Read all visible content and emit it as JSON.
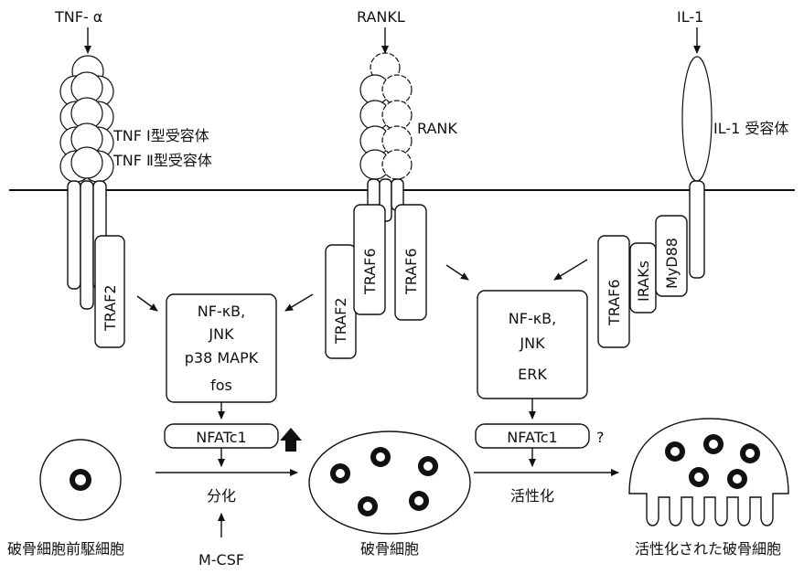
{
  "ligands": {
    "tnf_alpha": "TNF- α",
    "rankl": "RANKL",
    "il1": "IL-1"
  },
  "receptors": {
    "tnf_type1": "TNF Ⅰ型受容体",
    "tnf_type2": "TNF Ⅱ型受容体",
    "rank": "RANK",
    "il1_receptor": "IL-1 受容体"
  },
  "adaptors": {
    "traf2_left": "TRAF2",
    "traf2_mid": "TRAF2",
    "traf6_a": "TRAF6",
    "traf6_b": "TRAF6",
    "traf6_right": "TRAF6",
    "iraks": "IRAKs",
    "myd88": "MyD88"
  },
  "signaling_left": [
    "NF-κB,",
    "JNK",
    "p38 MAPK",
    "fos"
  ],
  "signaling_right": [
    "NF-κB,",
    "JNK",
    "ERK"
  ],
  "nfatc1_left": "NFATc1",
  "nfatc1_right": "NFATc1",
  "nfatc1_right_mark": "?",
  "processes": {
    "differentiation": "分化",
    "activation": "活性化",
    "mcsf": "M-CSF"
  },
  "cells": {
    "precursor": "破骨細胞前駆細胞",
    "osteoclast": "破骨細胞",
    "activated_osteoclast": "活性化された破骨細胞"
  }
}
